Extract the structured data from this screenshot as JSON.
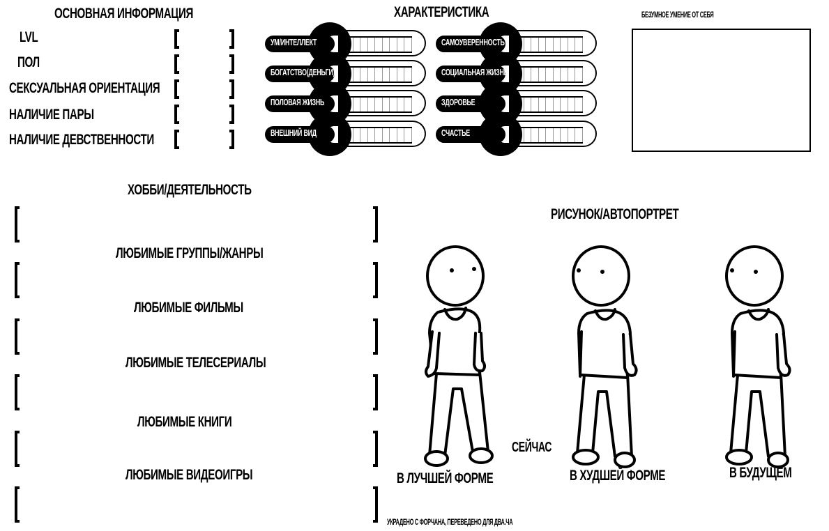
{
  "basic_info": {
    "title": "ОСНОВНАЯ ИНФОРМАЦИЯ",
    "fields": [
      {
        "label": "LVL",
        "value": ""
      },
      {
        "label": "ПОЛ",
        "value": ""
      },
      {
        "label": "СЕКСУАЛЬНАЯ ОРИЕНТАЦИЯ",
        "value": ""
      },
      {
        "label": "НАЛИЧИЕ ПАРЫ",
        "value": ""
      },
      {
        "label": "НАЛИЧИЕ ДЕВСТВЕННОСТИ",
        "value": ""
      }
    ]
  },
  "characteristics": {
    "title": "ХАРАКТЕРИСТИКА",
    "segments": 11,
    "left": [
      {
        "label": "УМ/ИНТЕЛЛЕКТ",
        "level": 0
      },
      {
        "label": "БОГАТСТВО(ДЕНЬГИ)",
        "level": 0
      },
      {
        "label": "ПОЛОВАЯ ЖИЗНЬ",
        "level": 0
      },
      {
        "label": "ВНЕШНИЙ ВИД",
        "level": 0
      }
    ],
    "right": [
      {
        "label": "САМОУВЕРЕННОСТЬ",
        "level": 0
      },
      {
        "label": "СОЦИАЛЬНАЯ ЖИЗНЬ",
        "level": 0
      },
      {
        "label": "ЗДОРОВЬЕ",
        "level": 0
      },
      {
        "label": "СЧАСТЬЕ",
        "level": 0
      }
    ]
  },
  "self_box": {
    "title": "БЕЗУМНОЕ УМЕНИЕ ОТ СЕБЯ",
    "value": ""
  },
  "favorites": [
    {
      "title": "ХОББИ/ДЕЯТЕЛЬНОСТЬ",
      "value": ""
    },
    {
      "title": "ЛЮБИМЫЕ ГРУППЫ/ЖАНРЫ",
      "value": ""
    },
    {
      "title": "ЛЮБИМЫЕ ФИЛЬМЫ",
      "value": ""
    },
    {
      "title": "ЛЮБИМЫЕ ТЕЛЕСЕРИАЛЫ",
      "value": ""
    },
    {
      "title": "ЛЮБИМЫЕ КНИГИ",
      "value": ""
    },
    {
      "title": "ЛЮБИМЫЕ ВИДЕОИГРЫ",
      "value": ""
    }
  ],
  "portrait": {
    "title": "РИСУНОК/АВТОПОРТРЕТ",
    "now_label": "СЕЙЧАС",
    "figures": [
      {
        "label": "В ЛУЧШЕЙ ФОРМЕ"
      },
      {
        "label": "В ХУДШЕЙ ФОРМЕ"
      },
      {
        "label": "В БУДУЩЕМ"
      }
    ]
  },
  "footer": {
    "credit": "УКРАДЕНО С ФОРЧАНА, ПЕРЕВЕДЕНО ДЛЯ ДВА.ЧА"
  }
}
